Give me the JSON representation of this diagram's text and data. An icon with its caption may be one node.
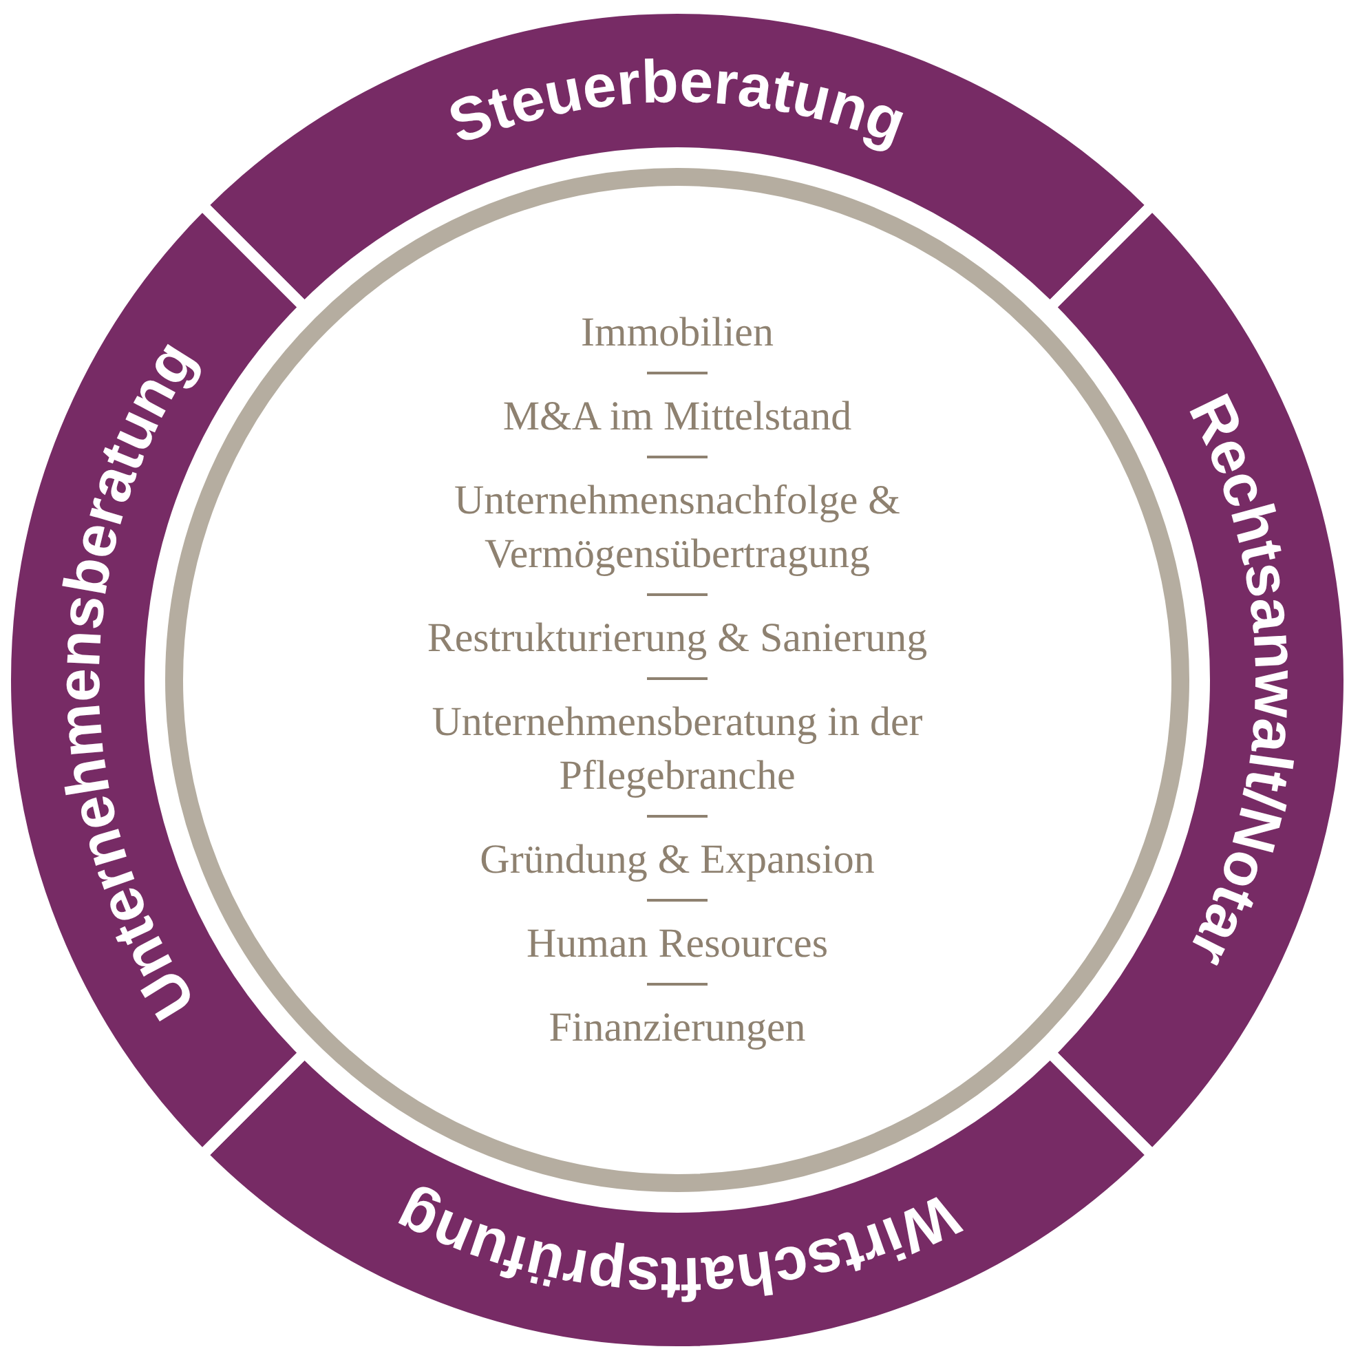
{
  "diagram": {
    "nodes": [
      {
        "text": [
          "Steuerberatung"
        ]
      },
      {
        "text": [
          "Rechtsanwalt/Notar"
        ]
      },
      {
        "text": [
          "Wirtschaftsprüfung"
        ]
      },
      {
        "text": [
          "Unternehmensberatung"
        ]
      },
      {
        "text": [
          "Immobilien",
          "M&A im Mittelstand",
          "Unternehmensnachfolge & Vermögensübertragung",
          "Restrukturierung & Sanierung",
          "Unternehmensberatung in der Pflegebranche",
          "Gründung & Expansion",
          "Human Resources",
          "Finanzierungen"
        ]
      }
    ]
  }
}
